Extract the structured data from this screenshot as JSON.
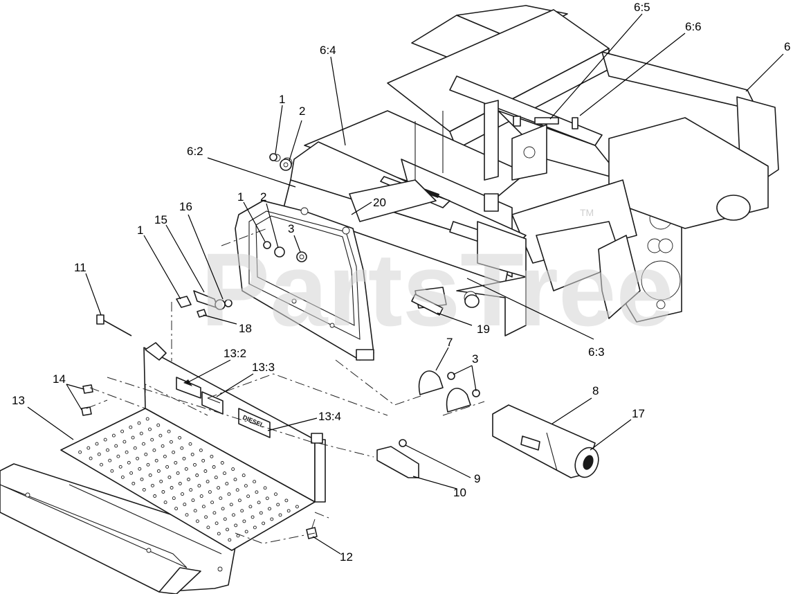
{
  "watermark": {
    "text": "PartsTree",
    "trademark": "TM"
  },
  "decal_text": "DIESEL",
  "callouts": [
    {
      "id": "c1a",
      "label": "1"
    },
    {
      "id": "c2a",
      "label": "2"
    },
    {
      "id": "c1b",
      "label": "1"
    },
    {
      "id": "c2b",
      "label": "2"
    },
    {
      "id": "c3a",
      "label": "3"
    },
    {
      "id": "c1c",
      "label": "1"
    },
    {
      "id": "c15",
      "label": "15"
    },
    {
      "id": "c16",
      "label": "16"
    },
    {
      "id": "c11",
      "label": "11"
    },
    {
      "id": "c18",
      "label": "18"
    },
    {
      "id": "c20",
      "label": "20"
    },
    {
      "id": "c19",
      "label": "19"
    },
    {
      "id": "c6_2",
      "label": "6:2"
    },
    {
      "id": "c6_4",
      "label": "6:4"
    },
    {
      "id": "c6_5",
      "label": "6:5"
    },
    {
      "id": "c6_6",
      "label": "6:6"
    },
    {
      "id": "c6",
      "label": "6"
    },
    {
      "id": "c6_3",
      "label": "6:3"
    },
    {
      "id": "c13_2",
      "label": "13:2"
    },
    {
      "id": "c13_3",
      "label": "13:3"
    },
    {
      "id": "c13_4",
      "label": "13:4"
    },
    {
      "id": "c14",
      "label": "14"
    },
    {
      "id": "c13",
      "label": "13"
    },
    {
      "id": "c7",
      "label": "7"
    },
    {
      "id": "c3b",
      "label": "3"
    },
    {
      "id": "c8",
      "label": "8"
    },
    {
      "id": "c17",
      "label": "17"
    },
    {
      "id": "c9",
      "label": "9"
    },
    {
      "id": "c10",
      "label": "10"
    },
    {
      "id": "c12",
      "label": "12"
    }
  ]
}
